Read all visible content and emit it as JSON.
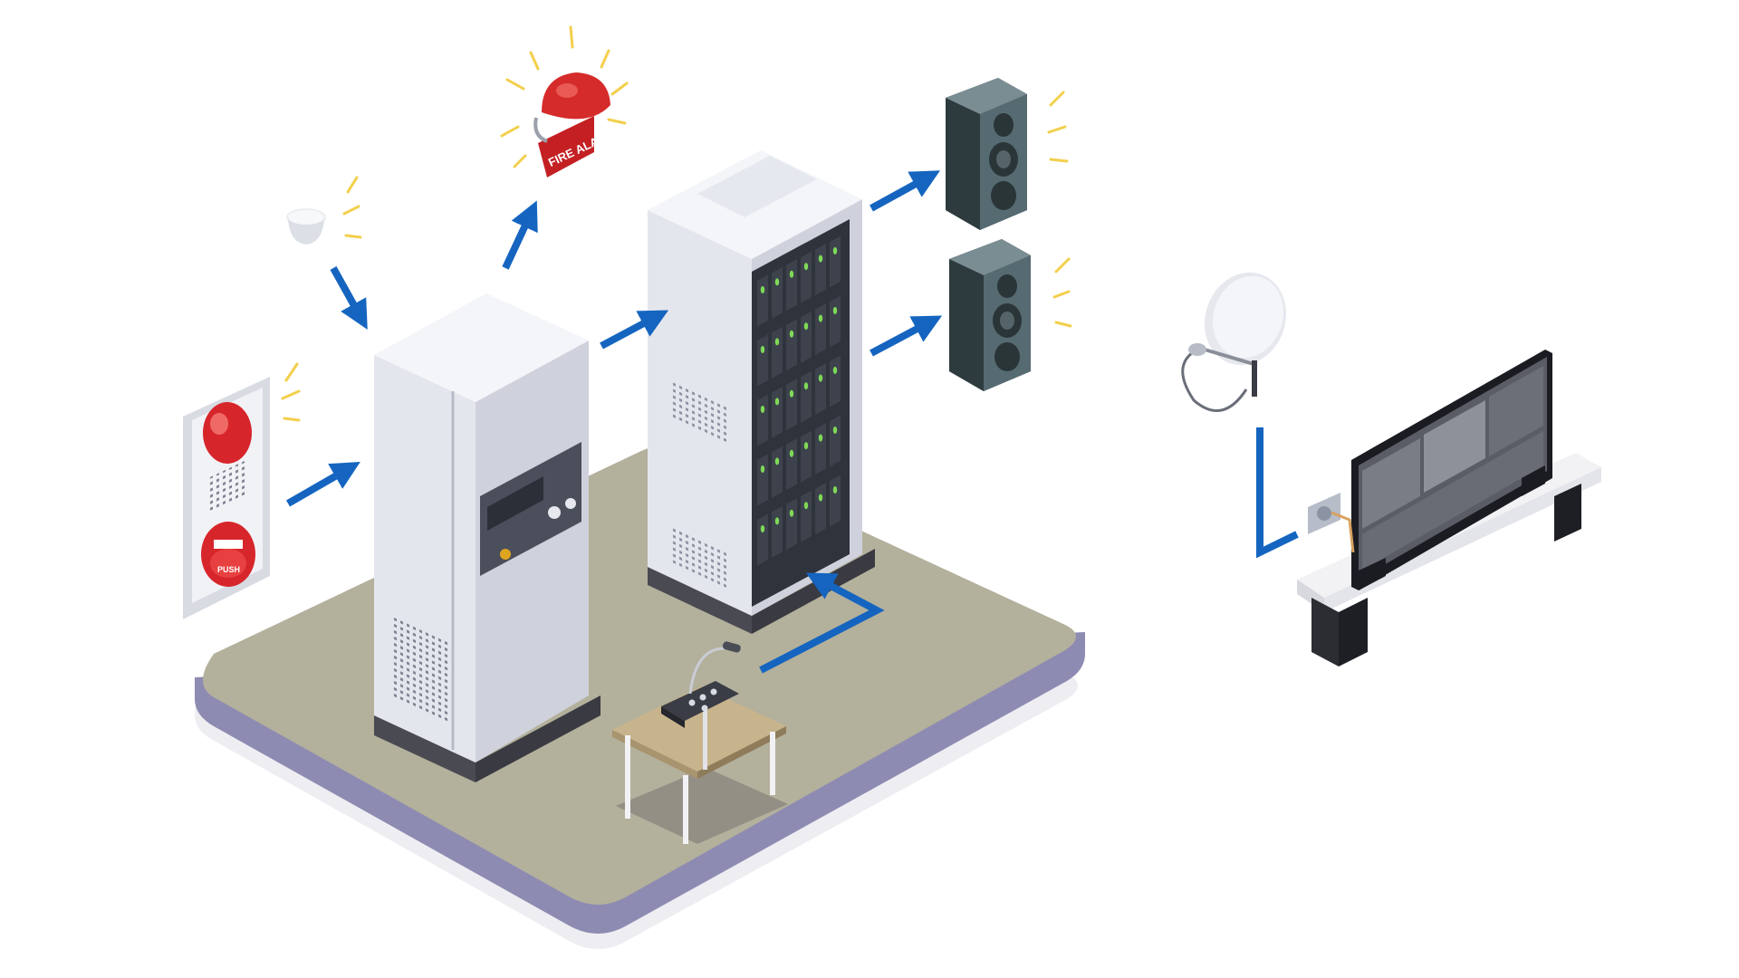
{
  "diagram": {
    "type": "isometric-system-illustration",
    "nodes": [
      {
        "id": "smoke-detector",
        "icon": "smoke-detector-icon"
      },
      {
        "id": "manual-call-point",
        "icon": "alarm-panel-icon",
        "button_label": "PUSH"
      },
      {
        "id": "fire-alarm-bell",
        "icon": "bell-icon",
        "label": "FIRE ALARM"
      },
      {
        "id": "fire-alarm-control-cabinet",
        "icon": "cabinet-icon"
      },
      {
        "id": "public-address-rack",
        "icon": "server-rack-icon"
      },
      {
        "id": "speaker-top",
        "icon": "speaker-icon"
      },
      {
        "id": "speaker-bottom",
        "icon": "speaker-icon"
      },
      {
        "id": "paging-microphone",
        "icon": "microphone-icon"
      },
      {
        "id": "satellite-dish",
        "icon": "satellite-dish-icon"
      },
      {
        "id": "tv-monitor",
        "icon": "monitor-icon"
      }
    ],
    "edges": [
      {
        "from": "smoke-detector",
        "to": "fire-alarm-control-cabinet"
      },
      {
        "from": "manual-call-point",
        "to": "fire-alarm-control-cabinet"
      },
      {
        "from": "fire-alarm-control-cabinet",
        "to": "fire-alarm-bell"
      },
      {
        "from": "fire-alarm-control-cabinet",
        "to": "public-address-rack"
      },
      {
        "from": "public-address-rack",
        "to": "speaker-top"
      },
      {
        "from": "public-address-rack",
        "to": "speaker-bottom"
      },
      {
        "from": "paging-microphone",
        "to": "public-address-rack"
      },
      {
        "from": "satellite-dish",
        "to": "tv-monitor"
      }
    ]
  },
  "colors": {
    "arrow": "#1565c0",
    "floor_top": "#b3b09c",
    "floor_edge": "#8e8bb2",
    "floor_shadow": "#eeeef2",
    "cabinet_front": "#e4e6ee",
    "cabinet_side": "#cfd2dc",
    "bell": "#d52b2b",
    "alarm_red": "#d7262b",
    "speaker": "#3d4d52",
    "led_green": "#7ed957",
    "spark": "#f3cf4c"
  }
}
